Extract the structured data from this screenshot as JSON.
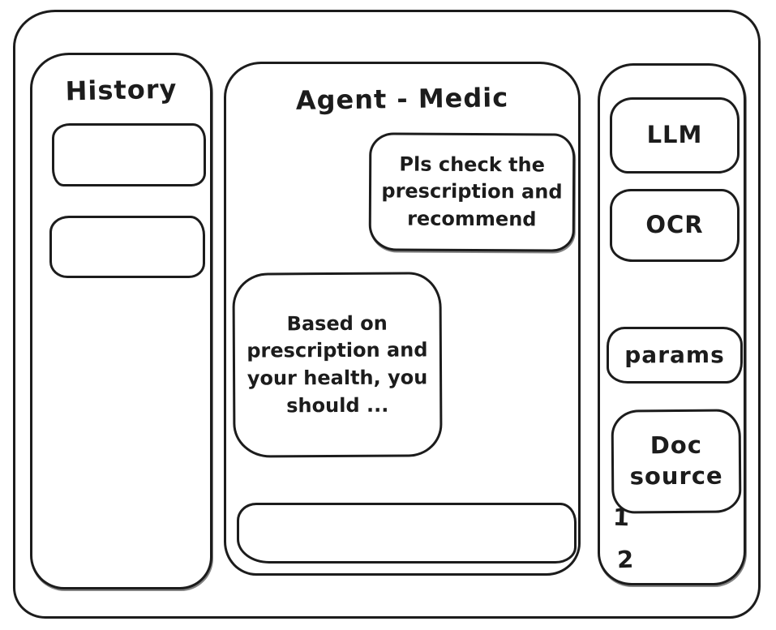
{
  "history": {
    "title": "History",
    "items": [
      {
        "label": ""
      },
      {
        "label": ""
      }
    ]
  },
  "chat": {
    "title": "Agent - Medic",
    "messages": [
      {
        "role": "user",
        "text": "Pls check the prescription and recommend"
      },
      {
        "role": "agent",
        "text": "Based on prescription and your health, you should ..."
      }
    ],
    "input": {
      "value": "",
      "placeholder": ""
    }
  },
  "tools": {
    "llm_label": "LLM",
    "ocr_label": "OCR",
    "params_label": "params",
    "doc_source_label": "Doc source",
    "doc_items": [
      "1",
      "2"
    ]
  },
  "colors": {
    "ink": "#1c1c1c",
    "background": "#ffffff"
  }
}
